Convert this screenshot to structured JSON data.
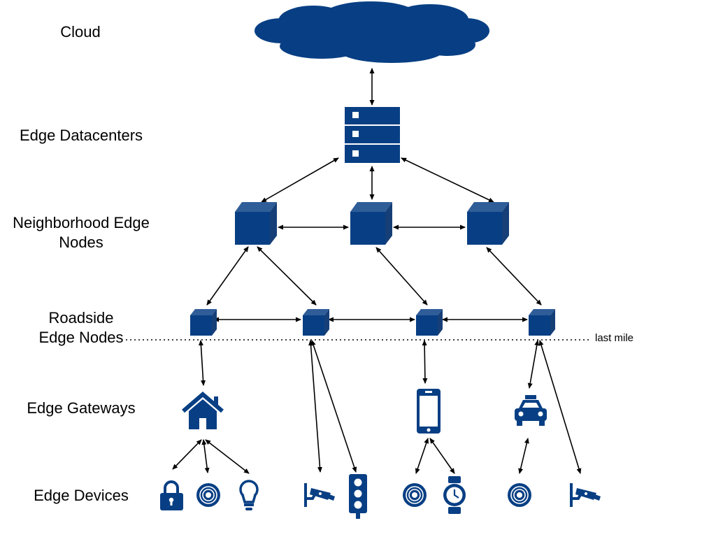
{
  "levels": {
    "cloud": "Cloud",
    "datacenters": "Edge Datacenters",
    "neighborhood_line1": "Neighborhood Edge",
    "neighborhood_line2": "Nodes",
    "roadside_line1": "Roadside",
    "roadside_line2": "Edge Nodes",
    "gateways": "Edge Gateways",
    "devices": "Edge Devices"
  },
  "last_mile_label": "last mile",
  "colors": {
    "primary": "#083f84",
    "line": "#000000"
  },
  "icons": {
    "top": "cloud",
    "datacenter": "server-rack",
    "neighborhood_nodes": [
      "cube",
      "cube",
      "cube"
    ],
    "roadside_nodes": [
      "cube",
      "cube",
      "cube",
      "cube"
    ],
    "gateways": [
      "house",
      "smartphone",
      "taxi"
    ],
    "devices": [
      "lock",
      "sensor",
      "lightbulb",
      "security-camera",
      "traffic-light",
      "sensor",
      "smartwatch",
      "sensor",
      "security-camera"
    ]
  }
}
